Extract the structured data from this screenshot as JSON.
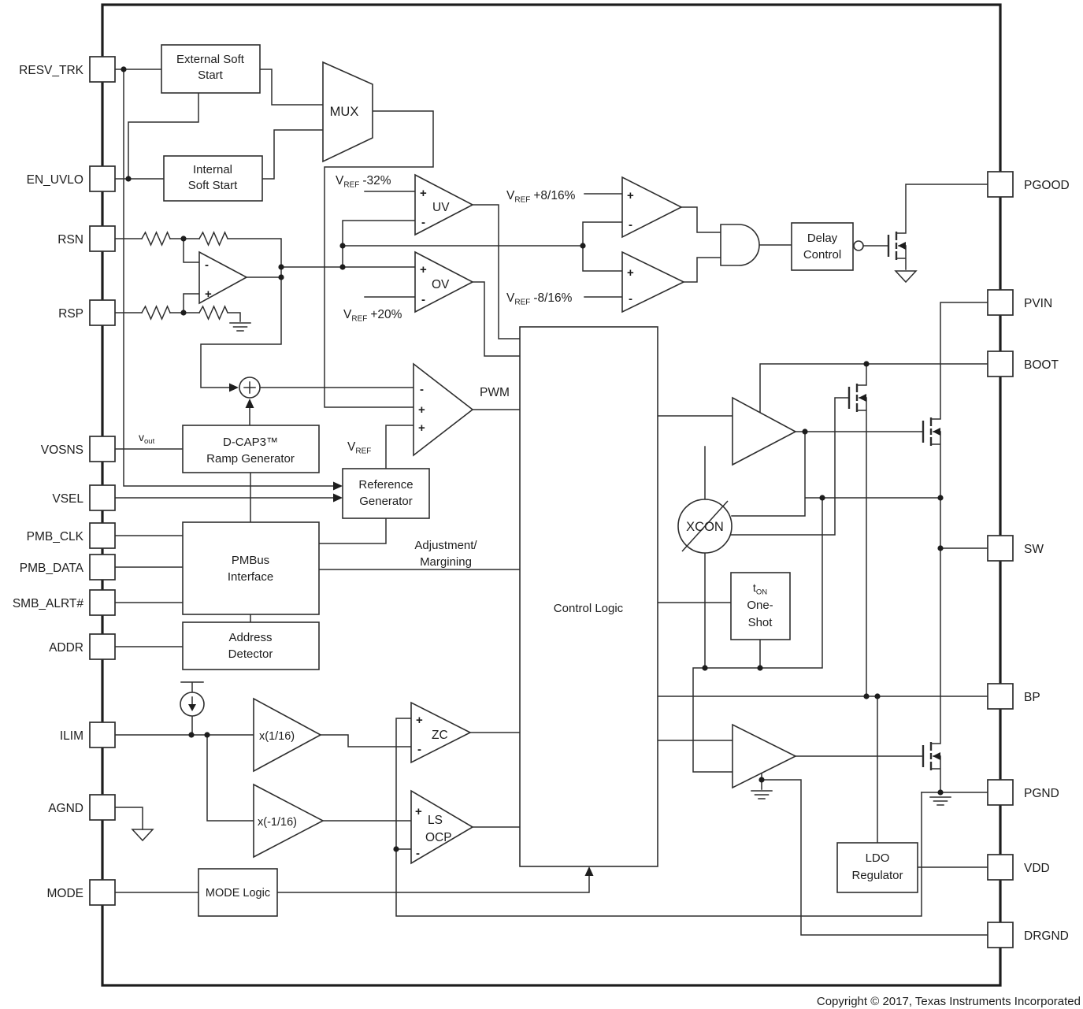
{
  "pins_left": [
    "RESV_TRK",
    "EN_UVLO",
    "RSN",
    "RSP",
    "VOSNS",
    "VSEL",
    "PMB_CLK",
    "PMB_DATA",
    "SMB_ALRT#",
    "ADDR",
    "ILIM",
    "AGND",
    "MODE"
  ],
  "pins_right": [
    "PGOOD",
    "PVIN",
    "BOOT",
    "SW",
    "BP",
    "PGND",
    "VDD",
    "DRGND"
  ],
  "blocks": {
    "external_soft_start": {
      "l1": "External Soft",
      "l2": "Start"
    },
    "internal_soft_start": {
      "l1": "Internal",
      "l2": "Soft Start"
    },
    "mux": "MUX",
    "dcap3": {
      "l1": "D-CAP3™",
      "l2": "Ramp Generator"
    },
    "reference_generator": {
      "l1": "Reference",
      "l2": "Generator"
    },
    "pmbus": {
      "l1": "PMBus",
      "l2": "Interface"
    },
    "address_detector": {
      "l1": "Address",
      "l2": "Detector"
    },
    "control_logic": "Control Logic",
    "delay_control": {
      "l1": "Delay",
      "l2": "Control"
    },
    "mode_logic": "MODE Logic",
    "ldo": {
      "l1": "LDO",
      "l2": "Regulator"
    },
    "ton_one_shot": {
      "t": "t",
      "sub": "ON",
      "l2": "One-",
      "l3": "Shot"
    },
    "xcon": "XCON"
  },
  "comparators": {
    "uv": "UV",
    "ov": "OV",
    "zc": "ZC",
    "ls_l1": "LS",
    "ls_l2": "OCP",
    "pwm_out": "PWM",
    "plus": "+",
    "minus": "-"
  },
  "gains": {
    "pos": "x(1/16)",
    "neg": "x(-1/16)"
  },
  "refs": {
    "v": "V",
    "sub": "REF",
    "uv": "-32%",
    "ov": "+20%",
    "pg_upper": "+8/16%",
    "pg_lower": "-8/16%"
  },
  "vout": {
    "v": "v",
    "sub": "out"
  },
  "annotations": {
    "adjustment": "Adjustment/",
    "margining": "Margining"
  },
  "copyright": "Copyright © 2017, Texas Instruments Incorporated"
}
